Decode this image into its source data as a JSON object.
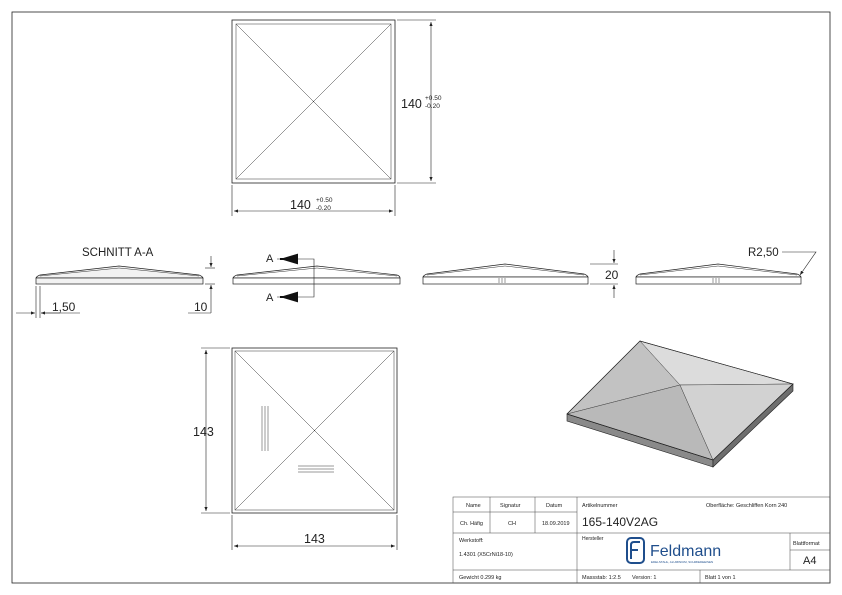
{
  "top_view": {
    "dim_width": {
      "nominal": "140",
      "upper_tol": "+0.50",
      "lower_tol": "-0.20"
    },
    "dim_height": {
      "nominal": "140",
      "upper_tol": "+0.50",
      "lower_tol": "-0.20"
    }
  },
  "section_view": {
    "title": "SCHNITT A-A",
    "dim_offset": "1,50",
    "dim_thickness": "10"
  },
  "side_view_cut": {
    "marker_top": "A",
    "marker_bottom": "A"
  },
  "side_view_height": {
    "dim_height": "20"
  },
  "side_view_radius": {
    "dim_radius": "R2,50"
  },
  "bottom_view": {
    "dim_width": "143",
    "dim_height": "143"
  },
  "title_block": {
    "col_name": "Name",
    "col_signature": "Signatur",
    "col_date": "Datum",
    "author_name": "Ch. Häfig",
    "author_signature": "CH",
    "author_date": "18.09.2019",
    "article_label": "Artikelnummer",
    "article_number": "165-140V2AG",
    "surface_label": "Oberfläche: Geschliffen Korn 240",
    "material_label": "Werkstoff:",
    "material_value": "1.4301 (X5CrNi18-10)",
    "manufacturer_label": "Hersteller",
    "logo_text": "Feldmann",
    "logo_subtext": "EDELSTAHL, ALUMINIUM, SCHMIEDEEISEN",
    "format_label": "Blattformat",
    "format_value": "A4",
    "weight": "Gewicht 0.299 kg",
    "scale": "Massstab: 1:2.5",
    "version": "Version: 1",
    "sheet": "Blatt 1 von 1"
  },
  "colors": {
    "line": "#222222",
    "face_light": "#d9d9d9",
    "face_mid": "#c4c4c4",
    "face_dark": "#9a9a9a",
    "logo_blue": "#1f4e8c"
  }
}
